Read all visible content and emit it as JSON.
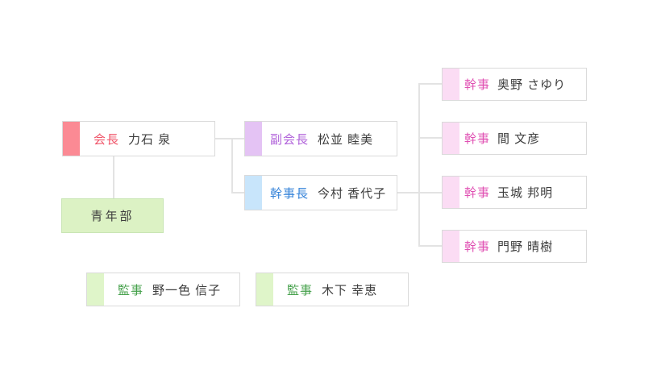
{
  "org": {
    "president": {
      "role": "会長",
      "name": "力石 泉"
    },
    "department": {
      "name": "青年部"
    },
    "vice_president": {
      "role": "副会長",
      "name": "松並 睦美"
    },
    "secretary_general": {
      "role": "幹事長",
      "name": "今村 香代子"
    },
    "secretaries": [
      {
        "role": "幹事",
        "name": "奥野 さゆり"
      },
      {
        "role": "幹事",
        "name": "間 文彦"
      },
      {
        "role": "幹事",
        "name": "玉城 邦明"
      },
      {
        "role": "幹事",
        "name": "門野 晴樹"
      }
    ],
    "auditors": [
      {
        "role": "監事",
        "name": "野一色 信子"
      },
      {
        "role": "監事",
        "name": "木下 幸恵"
      }
    ]
  },
  "colors": {
    "president_accent": "#fb8a94",
    "president_label": "#f0566a",
    "vice_president_accent": "#e4c3f4",
    "vice_president_label": "#b163da",
    "secretary_general_accent": "#c8e5fb",
    "secretary_general_label": "#3583d9",
    "secretary_accent": "#fbdcf4",
    "secretary_label": "#e051b3",
    "auditor_accent": "#dff5c9",
    "auditor_label": "#44a04a",
    "department_fill": "#dcf2c4",
    "department_border": "#c9e5b4",
    "box_border": "#dadada",
    "connector": "#e3e3e3",
    "name_text": "#3d3d3d"
  }
}
